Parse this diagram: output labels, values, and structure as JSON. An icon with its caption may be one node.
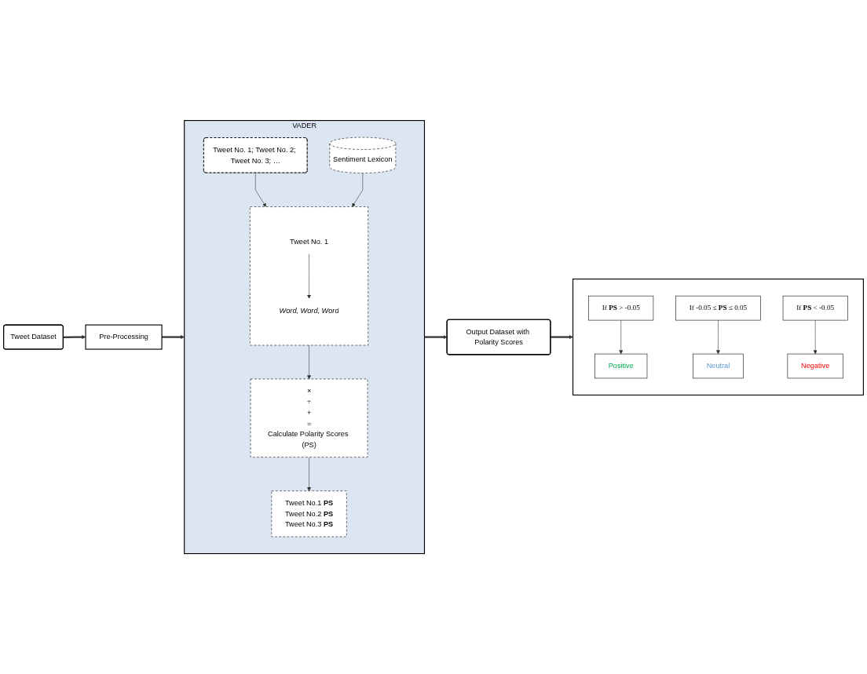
{
  "diagram": {
    "nodes": [
      {
        "text": [
          "Tweet Dataset"
        ]
      },
      {
        "text": [
          "Pre-Processing"
        ]
      },
      {
        "text": [
          "VADER"
        ]
      },
      {
        "text": [
          "Tweet No. 1; Tweet No. 2; Tweet No. 3; …"
        ],
        "in": 2
      },
      {
        "text": [],
        "shape": "box",
        "in": 2
      },
      {
        "text": [
          "Tweet No. 1"
        ],
        "in": 4
      },
      {
        "text": [
          "*Word, Word, Word*"
        ],
        "in": 4
      },
      {
        "text": [
          "Sentiment Lexicon"
        ],
        "in": 2
      },
      {
        "text": [
          "×",
          "÷",
          "+",
          "=",
          "Calculate Polarity Scores (PS)"
        ],
        "in": 2
      },
      {
        "text": [
          "Tweet No.1 **PS**",
          "Tweet No.2 **PS**",
          "Tweet No.3 **PS**"
        ],
        "in": 2
      },
      {
        "text": [
          "Output Dataset with Polarity Scores"
        ]
      },
      {
        "text": [],
        "shape": "box"
      },
      {
        "text": [
          "If **PS** > -0.05"
        ],
        "in": 11
      },
      {
        "text": [
          "If -0.05 ≤ **PS** ≤ 0.05"
        ],
        "in": 11
      },
      {
        "text": [
          "If **PS** < -0.05"
        ],
        "in": 11
      },
      {
        "text": [
          "Positive"
        ],
        "in": 11
      },
      {
        "text": [
          "Neutral"
        ],
        "in": 11
      },
      {
        "text": [
          "Negative"
        ],
        "in": 11
      }
    ],
    "edges": [
      {
        "from": 0,
        "to": 1,
        "arrow": "to",
        "style": "thick"
      },
      {
        "from": 1,
        "to": 2,
        "arrow": "to",
        "style": "thick"
      },
      {
        "from": 3,
        "to": 4,
        "arrow": "to"
      },
      {
        "from": 5,
        "to": 6,
        "arrow": "to"
      },
      {
        "from": 7,
        "to": 4,
        "arrow": "to"
      },
      {
        "from": 4,
        "to": 8,
        "arrow": "to"
      },
      {
        "from": 8,
        "to": 9,
        "arrow": "to"
      },
      {
        "from": 2,
        "to": 10,
        "arrow": "to",
        "style": "thick"
      },
      {
        "from": 10,
        "to": 11,
        "arrow": "to",
        "style": "thick"
      },
      {
        "from": 12,
        "to": 15,
        "arrow": "to"
      },
      {
        "from": 13,
        "to": 16,
        "arrow": "to"
      },
      {
        "from": 14,
        "to": 17,
        "arrow": "to"
      }
    ]
  }
}
